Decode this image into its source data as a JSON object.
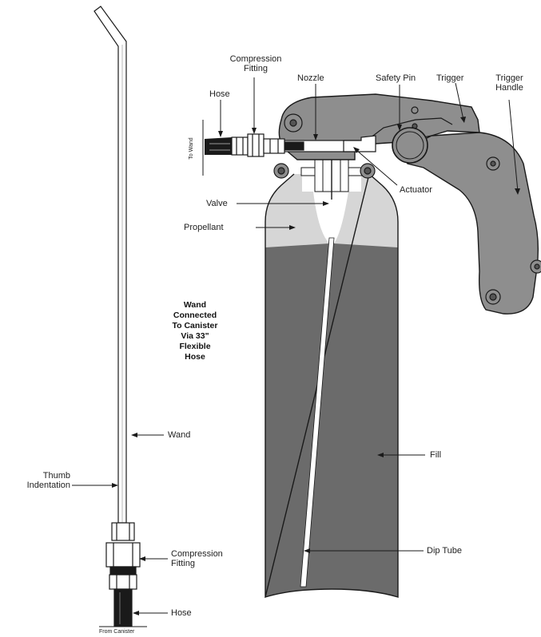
{
  "labels": {
    "compression_fitting_top": [
      "Compression",
      "Fitting"
    ],
    "hose_top": "Hose",
    "nozzle": "Nozzle",
    "safety_pin": "Safety Pin",
    "trigger": "Trigger",
    "trigger_handle": [
      "Trigger",
      "Handle"
    ],
    "to_wand": "To Wand",
    "actuator": "Actuator",
    "valve": "Valve",
    "propellant": "Propellant",
    "wand_note": [
      "Wand",
      "Connected",
      "To Canister",
      "Via 33\"",
      "Flexible",
      "Hose"
    ],
    "wand": "Wand",
    "thumb_indentation": [
      "Thumb",
      "Indentation"
    ],
    "fill": "Fill",
    "compression_fitting_bottom": [
      "Compression",
      "Fitting"
    ],
    "dip_tube": "Dip Tube",
    "hose_bottom": "Hose",
    "from_canister": "From Canister"
  },
  "colors": {
    "gun_body": "#8e8e8e",
    "canister_fill": "#6b6b6b",
    "propellant": "#d6d6d6",
    "outline": "#1a1a1a"
  }
}
